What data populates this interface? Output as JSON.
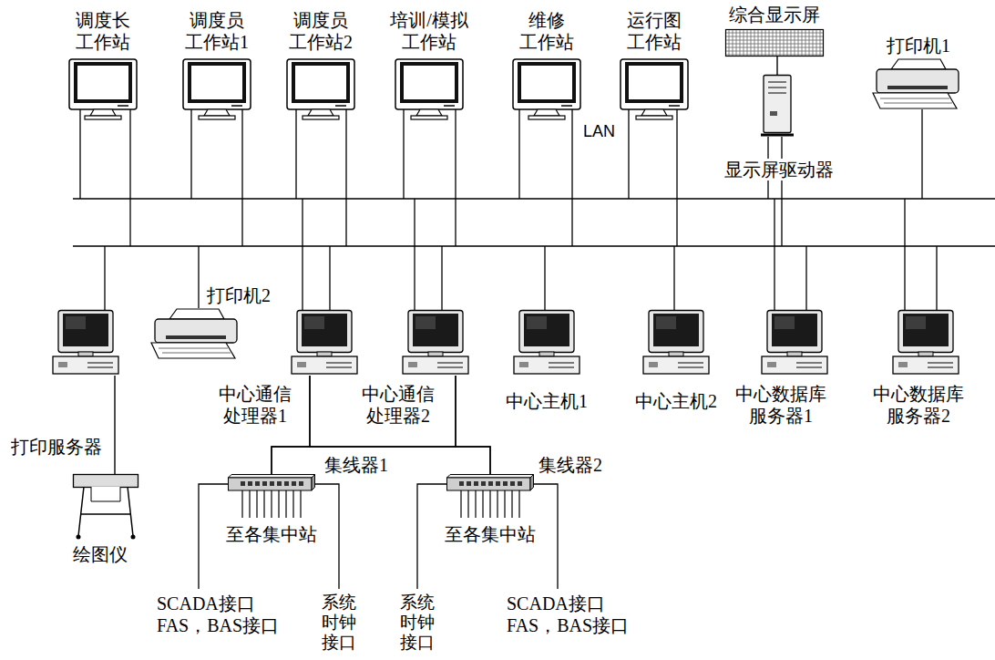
{
  "diagram": {
    "nodes": [
      {
        "text": [
          "调度长 工作站"
        ]
      },
      {
        "text": [
          "调度员 工作站1"
        ]
      },
      {
        "text": [
          "调度员 工作站2"
        ]
      },
      {
        "text": [
          "培训/模拟 工作站"
        ]
      },
      {
        "text": [
          "维修 工作站"
        ]
      },
      {
        "text": [
          "运行图 工作站"
        ]
      },
      {
        "text": [
          "综合显示屏"
        ]
      },
      {
        "text": [
          "显示屏驱动器"
        ]
      },
      {
        "text": [
          "打印机1"
        ]
      },
      {
        "text": [
          "打印服务器"
        ]
      },
      {
        "text": [
          "打印机2"
        ]
      },
      {
        "text": [
          "中心通信 处理器1"
        ]
      },
      {
        "text": [
          "中心通信 处理器2"
        ]
      },
      {
        "text": [
          "中心主机1"
        ]
      },
      {
        "text": [
          "中心主机2"
        ]
      },
      {
        "text": [
          "中心数据库 服务器1"
        ]
      },
      {
        "text": [
          "中心数据库 服务器2"
        ]
      },
      {
        "text": [
          "绘图仪"
        ]
      },
      {
        "text": [
          "集线器1",
          "至各集中站"
        ]
      },
      {
        "text": [
          "集线器2",
          "至各集中站"
        ]
      }
    ],
    "edges": [
      {
        "from": 6,
        "to": 7,
        "arrow": "none"
      },
      {
        "from": 9,
        "to": 17,
        "arrow": "none"
      },
      {
        "from": 11,
        "to": 18,
        "arrow": "none"
      },
      {
        "from": 11,
        "to": 19,
        "arrow": "none"
      },
      {
        "from": 12,
        "to": 18,
        "arrow": "none"
      },
      {
        "from": 12,
        "to": 19,
        "arrow": "none"
      }
    ],
    "labels": [
      "LAN",
      "SCADA接口 FAS，BAS接口",
      "系统 时钟 接口",
      "系统 时钟 接口",
      "SCADA接口 FAS，BAS接口"
    ]
  }
}
